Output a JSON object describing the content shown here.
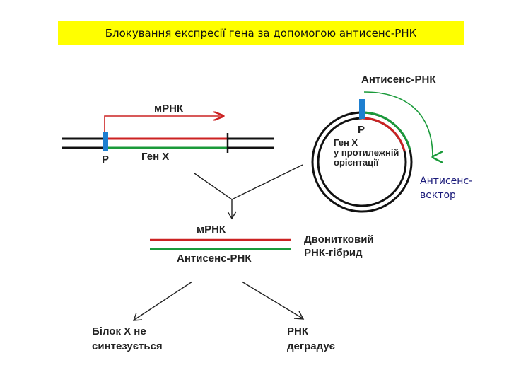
{
  "title": "Блокування експресії гена за допомогою антисенс-РНК",
  "gene_panel": {
    "mrna_label": "мРНК",
    "promoter_label": "P",
    "gene_label": "Ген X"
  },
  "plasmid_panel": {
    "antisense_label": "Антисенс-РНК",
    "promoter_label": "P",
    "gene_lines": [
      "Ген X",
      "у протилежній",
      "орієнтації"
    ],
    "vector_lines": [
      "Антисенс-",
      "вектор"
    ]
  },
  "hybrid_panel": {
    "mrna_label": "мРНК",
    "antisense_label": "Антисенс-РНК",
    "hybrid_lines": [
      "Двонитковий",
      "РНК-гібрид"
    ]
  },
  "outcomes": {
    "left_lines": [
      "Білок Х не",
      "синтезується"
    ],
    "right_lines": [
      "РНК",
      "деградує"
    ]
  },
  "colors": {
    "sense_rna": "#cc2222",
    "antisense_rna": "#1a9a3a",
    "promoter": "#1e7fd0",
    "title_bg": "#ffff00"
  }
}
